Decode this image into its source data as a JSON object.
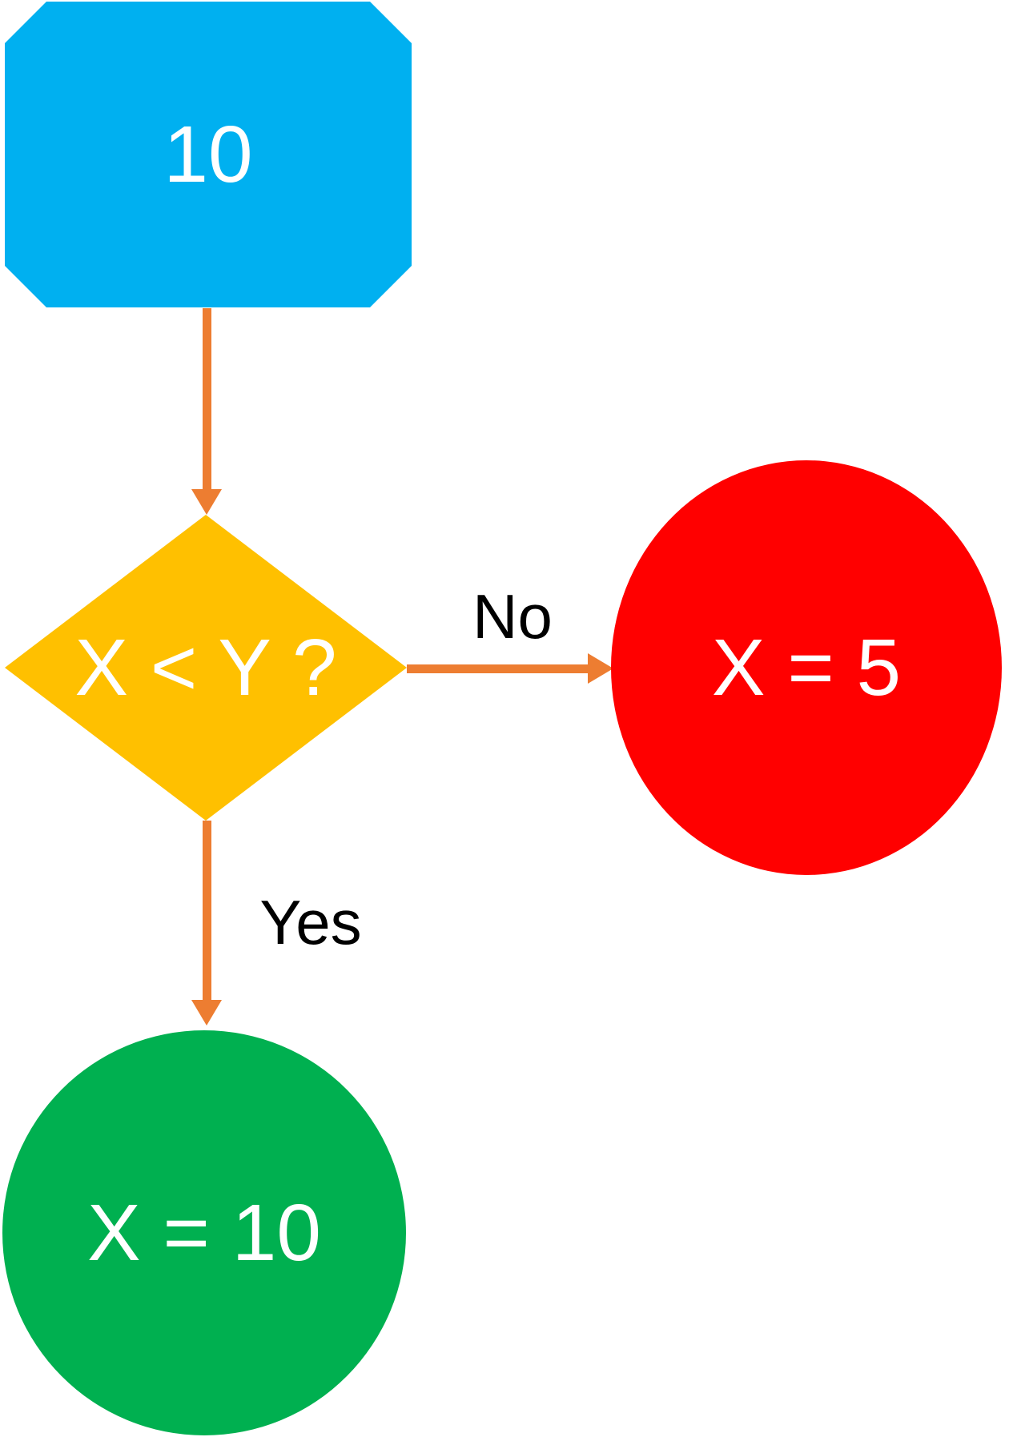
{
  "diagram": {
    "type": "flowchart",
    "colors": {
      "start_node": "#00B0F0",
      "decision_node": "#FFC000",
      "no_node": "#FF0000",
      "yes_node": "#00B050",
      "connector": "#ED7D31",
      "node_text": "#FFFFFF",
      "edge_label_text": "#000000",
      "background": "#FFFFFF"
    },
    "nodes": [
      {
        "id": "start",
        "shape": "snipped-rectangle",
        "label": "10"
      },
      {
        "id": "decision",
        "shape": "diamond",
        "label": "X < Y ?"
      },
      {
        "id": "result-no",
        "shape": "circle",
        "label": "X = 5"
      },
      {
        "id": "result-yes",
        "shape": "circle",
        "label": "X = 10"
      }
    ],
    "edges": [
      {
        "from": "start",
        "to": "decision",
        "label": ""
      },
      {
        "from": "decision",
        "to": "result-no",
        "label": "No"
      },
      {
        "from": "decision",
        "to": "result-yes",
        "label": "Yes"
      }
    ]
  }
}
